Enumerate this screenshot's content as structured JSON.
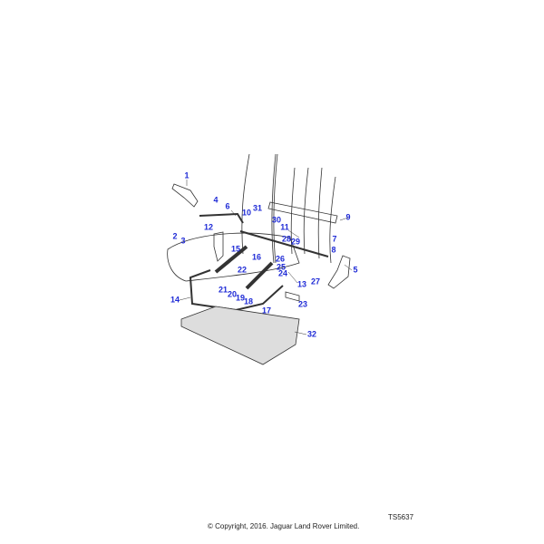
{
  "diagram": {
    "callouts": [
      "1",
      "2",
      "3",
      "4",
      "5",
      "6",
      "7",
      "8",
      "9",
      "10",
      "11",
      "12",
      "13",
      "14",
      "15",
      "16",
      "17",
      "18",
      "19",
      "20",
      "21",
      "22",
      "23",
      "24",
      "25",
      "26",
      "27",
      "28",
      "29",
      "30",
      "31",
      "32"
    ],
    "label_color": "#1f2bd6"
  },
  "footer": {
    "reference": "TS5637",
    "copyright": "© Copyright, 2016. Jaguar Land Rover Limited."
  }
}
